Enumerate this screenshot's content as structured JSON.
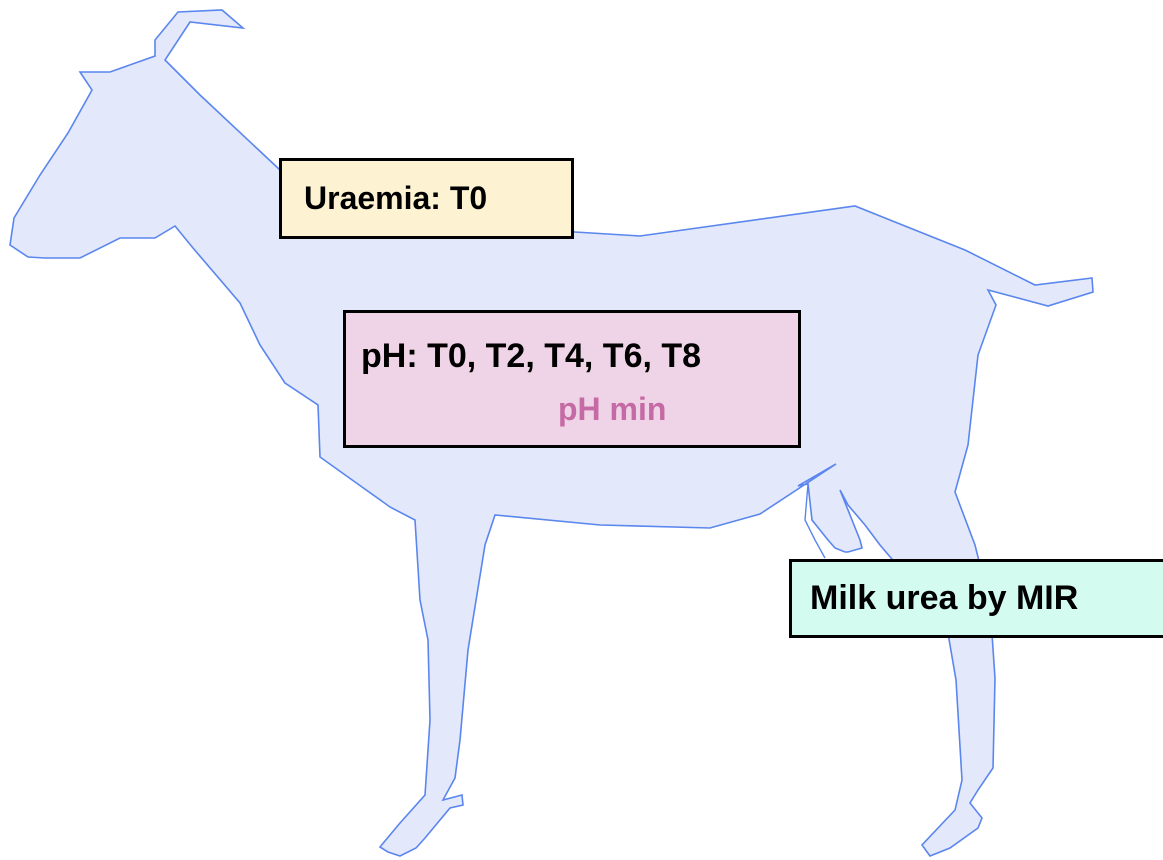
{
  "diagram": {
    "labels": {
      "uraemia": "Uraemia: T0",
      "ph_times": "pH: T0, T2, T4, T6, T8",
      "ph_min": "pH min",
      "milk_urea": "Milk urea by MIR"
    },
    "colors": {
      "goat_fill": "#e3e9fb",
      "goat_outline": "#5a86ee",
      "uraemia_box_fill": "#fdf3d2",
      "ph_box_fill": "#eed4e6",
      "ph_min_text": "#c66aa6",
      "milk_box_fill": "#d3fbef",
      "box_border": "#000000"
    }
  }
}
